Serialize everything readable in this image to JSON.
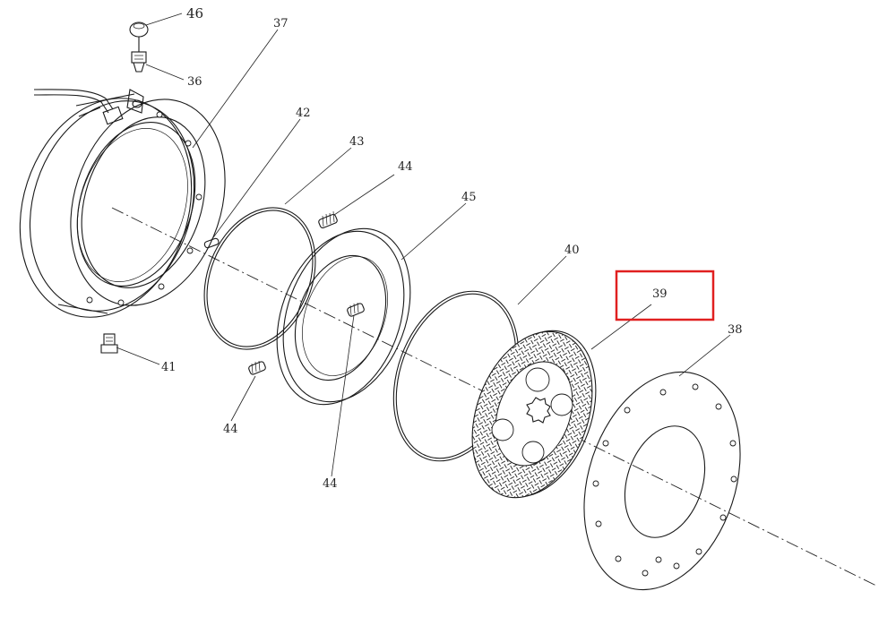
{
  "highlight_color": "#e02020",
  "callouts": {
    "c46": "46",
    "c36": "36",
    "c37": "37",
    "c42": "42",
    "c43": "43",
    "c44a": "44",
    "c45": "45",
    "c40": "40",
    "c39": "39",
    "c38": "38",
    "c41": "41",
    "c44b": "44",
    "c44c": "44"
  }
}
